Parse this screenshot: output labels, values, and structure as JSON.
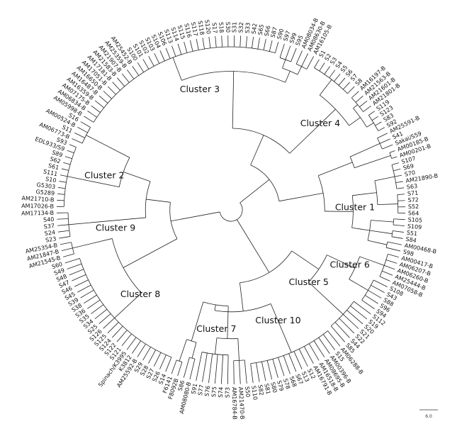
{
  "tree": {
    "leaves": [
      "S30",
      "S31",
      "S32",
      "S33",
      "S42",
      "S65",
      "S66",
      "S87",
      "S90",
      "S97",
      "S99",
      "S95",
      "AM08034-B",
      "AM08630-B",
      "AM16105-B",
      "S1",
      "S2",
      "S3",
      "S4",
      "S5",
      "S6",
      "S7",
      "S8",
      "AM16197-B",
      "AM21563-B",
      "AM21601-B",
      "AM21801-B",
      "S119",
      "S123",
      "S83",
      "S92",
      "AM25591-B",
      "S41",
      "Sakai/S59",
      "AM00185-B",
      "AM00201-B",
      "S107",
      "S69",
      "S70",
      "AM21890-B",
      "S63",
      "S71",
      "S72",
      "S52",
      "S64",
      "S105",
      "S109",
      "S51",
      "S84",
      "AM00468-B",
      "S98",
      "AM00417-B",
      "AM06207-B",
      "AM06260-B",
      "AM25444-B",
      "AM07058-B",
      "S108",
      "S43",
      "S88",
      "S96",
      "S94",
      "S112",
      "S19",
      "S20",
      "S21",
      "S22",
      "S44",
      "S85",
      "AM06288-B",
      "S15",
      "AM00396-B",
      "AM08695-B",
      "AM16518-B",
      "AM16791-B",
      "S12",
      "S13",
      "S67",
      "S68",
      "S78",
      "S79",
      "S80",
      "S81",
      "S82",
      "S110",
      "S50",
      "AM21470-B",
      "AM16784-B",
      "S73",
      "S74",
      "S75",
      "S76",
      "S77",
      "S91",
      "AM08080-B",
      "S86",
      "F8092B",
      "F6141",
      "S14",
      "S26",
      "S27",
      "S28",
      "S29",
      "AM25592-B",
      "K3812",
      "Spinach/K3995",
      "S121",
      "S122",
      "S124",
      "S125",
      "S126",
      "S25",
      "S34",
      "S35",
      "S36",
      "S38",
      "S39",
      "S45",
      "S46",
      "S47",
      "S48",
      "S49",
      "S60",
      "AM21545-B",
      "AM21847-B",
      "AM25354-B",
      "S23",
      "S24",
      "S37",
      "S40",
      "AM17134-B",
      "AM17026-B",
      "AM21710-B",
      "G5289",
      "G5303",
      "S10",
      "S111",
      "S61",
      "S62",
      "S89",
      "EDL933/S9",
      "S93",
      "AM06773-B",
      "S11",
      "AM00524-B",
      "S16",
      "AM05998-B",
      "AM06834-B",
      "AM07175-B",
      "AM16359-B",
      "AM16487-B",
      "AM16650-B",
      "AM17051-B",
      "AM17181-B",
      "AM21583-B",
      "AM21907-B",
      "AM25359-B",
      "AM25452-B",
      "S100",
      "S101",
      "S102",
      "S103",
      "S104",
      "S106",
      "S113",
      "S114",
      "S115",
      "S116",
      "S117",
      "S118",
      "S120",
      "S17",
      "S18"
    ],
    "clusters": {
      "c1": "Cluster 1",
      "c2": "Cluster 2",
      "c3": "Cluster 3",
      "c4": "Cluster 4",
      "c5": "Cluster 5",
      "c6": "Cluster 6",
      "c7": "Cluster 7",
      "c8": "Cluster 8",
      "c9": "Cluster 9",
      "c10": "Cluster 10"
    },
    "scale_bar_label": "6.0"
  }
}
